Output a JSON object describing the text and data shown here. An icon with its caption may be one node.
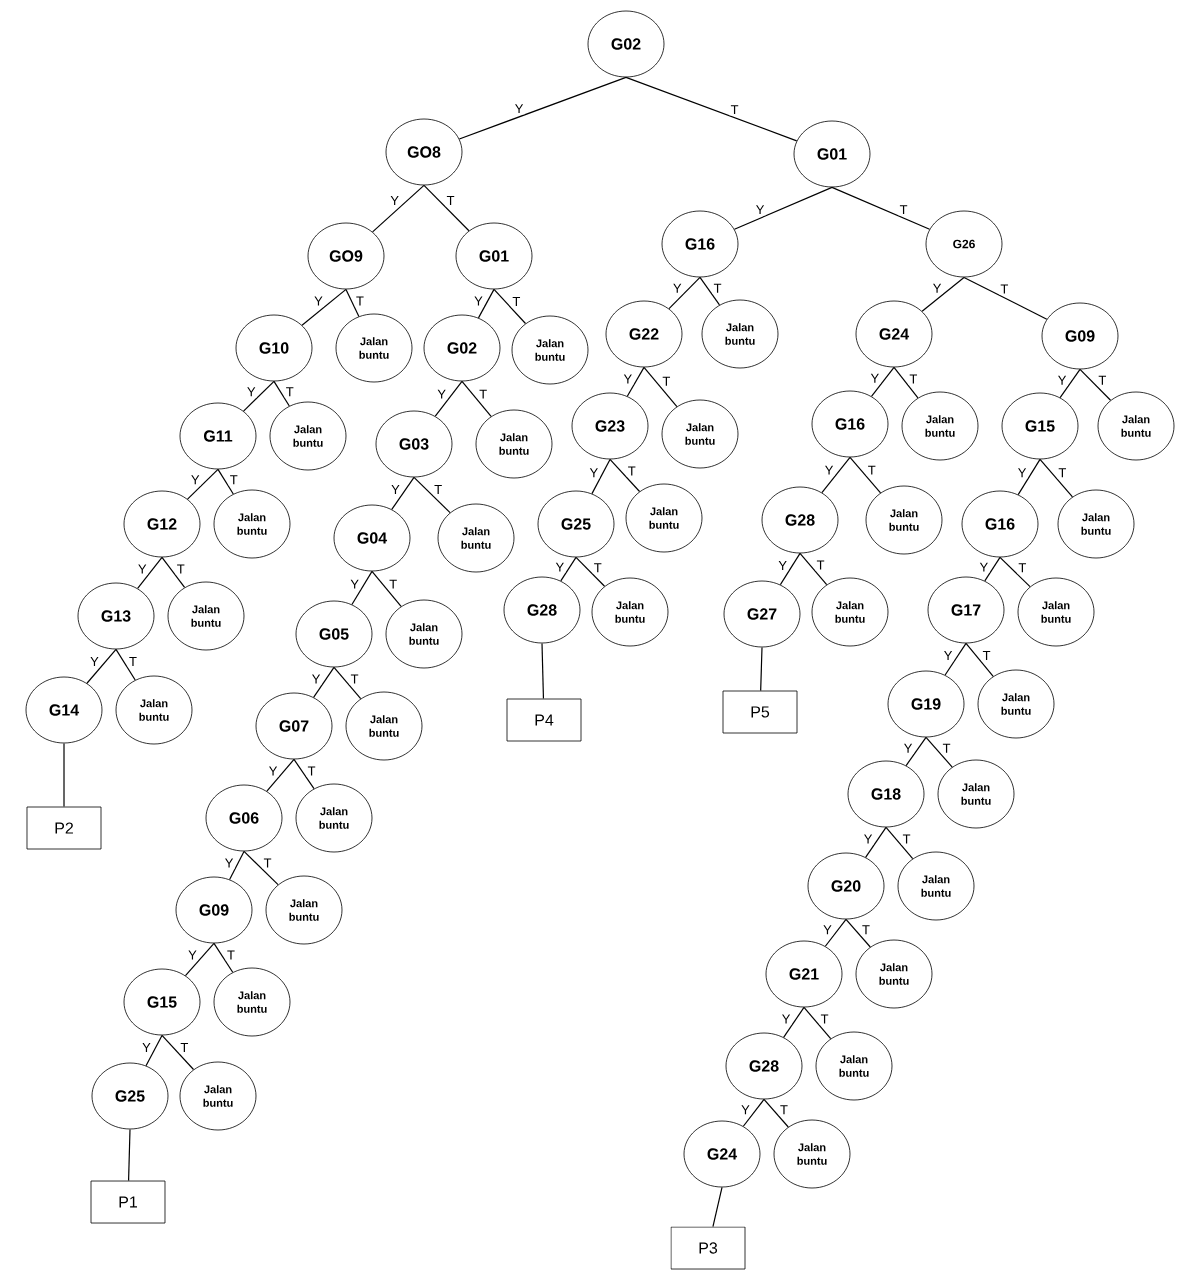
{
  "diagram": {
    "nodes": [
      {
        "text": [
          "G02"
        ]
      },
      {
        "text": [
          "GO8"
        ]
      },
      {
        "text": [
          "G01"
        ]
      },
      {
        "text": [
          "GO9"
        ]
      },
      {
        "text": [
          "G01"
        ]
      },
      {
        "text": [
          "G10"
        ]
      },
      {
        "text": [
          "Jalan buntu"
        ]
      },
      {
        "text": [
          "G02"
        ]
      },
      {
        "text": [
          "Jalan buntu"
        ]
      },
      {
        "text": [
          "G11"
        ]
      },
      {
        "text": [
          "Jalan buntu"
        ]
      },
      {
        "text": [
          "G03"
        ]
      },
      {
        "text": [
          "Jalan buntu"
        ]
      },
      {
        "text": [
          "G12"
        ]
      },
      {
        "text": [
          "Jalan buntu"
        ]
      },
      {
        "text": [
          "G04"
        ]
      },
      {
        "text": [
          "Jalan buntu"
        ]
      },
      {
        "text": [
          "G13"
        ]
      },
      {
        "text": [
          "Jalan buntu"
        ]
      },
      {
        "text": [
          "G05"
        ]
      },
      {
        "text": [
          "Jalan buntu"
        ]
      },
      {
        "text": [
          "G14"
        ]
      },
      {
        "text": [
          "Jalan buntu"
        ]
      },
      {
        "text": [
          "G07"
        ]
      },
      {
        "text": [
          "Jalan buntu"
        ]
      },
      {
        "text": [
          "P2"
        ]
      },
      {
        "text": [
          "G06"
        ]
      },
      {
        "text": [
          "Jalan buntu"
        ]
      },
      {
        "text": [
          "G09"
        ]
      },
      {
        "text": [
          "Jalan buntu"
        ]
      },
      {
        "text": [
          "G15"
        ]
      },
      {
        "text": [
          "Jalan buntu"
        ]
      },
      {
        "text": [
          "G25"
        ]
      },
      {
        "text": [
          "Jalan buntu"
        ]
      },
      {
        "text": [
          "P1"
        ]
      },
      {
        "text": [
          "G16"
        ]
      },
      {
        "text": [
          "G26"
        ]
      },
      {
        "text": [
          "G22"
        ]
      },
      {
        "text": [
          "Jalan buntu"
        ]
      },
      {
        "text": [
          "G24"
        ]
      },
      {
        "text": [
          "G09"
        ]
      },
      {
        "text": [
          "G23"
        ]
      },
      {
        "text": [
          "Jalan buntu"
        ]
      },
      {
        "text": [
          "G16"
        ]
      },
      {
        "text": [
          "Jalan buntu"
        ]
      },
      {
        "text": [
          "G15"
        ]
      },
      {
        "text": [
          "Jalan buntu"
        ]
      },
      {
        "text": [
          "G25"
        ]
      },
      {
        "text": [
          "Jalan buntu"
        ]
      },
      {
        "text": [
          "G28"
        ]
      },
      {
        "text": [
          "Jalan buntu"
        ]
      },
      {
        "text": [
          "G16"
        ]
      },
      {
        "text": [
          "Jalan buntu"
        ]
      },
      {
        "text": [
          "G28"
        ]
      },
      {
        "text": [
          "Jalan buntu"
        ]
      },
      {
        "text": [
          "G27"
        ]
      },
      {
        "text": [
          "Jalan buntu"
        ]
      },
      {
        "text": [
          "G17"
        ]
      },
      {
        "text": [
          "Jalan buntu"
        ]
      },
      {
        "text": [
          "P4"
        ]
      },
      {
        "text": [
          "P5"
        ]
      },
      {
        "text": [
          "G19"
        ]
      },
      {
        "text": [
          "Jalan buntu"
        ]
      },
      {
        "text": [
          "G18"
        ]
      },
      {
        "text": [
          "Jalan buntu"
        ]
      },
      {
        "text": [
          "G20"
        ]
      },
      {
        "text": [
          "Jalan buntu"
        ]
      },
      {
        "text": [
          "G21"
        ]
      },
      {
        "text": [
          "Jalan buntu"
        ]
      },
      {
        "text": [
          "G28"
        ]
      },
      {
        "text": [
          "Jalan buntu"
        ]
      },
      {
        "text": [
          "G24"
        ]
      },
      {
        "text": [
          "Jalan buntu"
        ]
      },
      {
        "text": [
          "P3"
        ]
      }
    ],
    "edges": [
      {
        "from": 0,
        "to": 1,
        "arrow": "none",
        "label": "Y"
      },
      {
        "from": 0,
        "to": 2,
        "arrow": "none",
        "label": "T"
      },
      {
        "from": 1,
        "to": 3,
        "arrow": "none",
        "label": "Y"
      },
      {
        "from": 1,
        "to": 4,
        "arrow": "none",
        "label": "T"
      },
      {
        "from": 3,
        "to": 5,
        "arrow": "none",
        "label": "Y"
      },
      {
        "from": 3,
        "to": 6,
        "arrow": "none",
        "label": "T"
      },
      {
        "from": 4,
        "to": 7,
        "arrow": "none",
        "label": "Y"
      },
      {
        "from": 4,
        "to": 8,
        "arrow": "none",
        "label": "T"
      },
      {
        "from": 5,
        "to": 9,
        "arrow": "none",
        "label": "Y"
      },
      {
        "from": 5,
        "to": 10,
        "arrow": "none",
        "label": "T"
      },
      {
        "from": 7,
        "to": 11,
        "arrow": "none",
        "label": "Y"
      },
      {
        "from": 7,
        "to": 12,
        "arrow": "none",
        "label": "T"
      },
      {
        "from": 9,
        "to": 13,
        "arrow": "none",
        "label": "Y"
      },
      {
        "from": 9,
        "to": 14,
        "arrow": "none",
        "label": "T"
      },
      {
        "from": 11,
        "to": 15,
        "arrow": "none",
        "label": "Y"
      },
      {
        "from": 11,
        "to": 16,
        "arrow": "none",
        "label": "T"
      },
      {
        "from": 13,
        "to": 17,
        "arrow": "none",
        "label": "Y"
      },
      {
        "from": 13,
        "to": 18,
        "arrow": "none",
        "label": "T"
      },
      {
        "from": 15,
        "to": 19,
        "arrow": "none",
        "label": "Y"
      },
      {
        "from": 15,
        "to": 20,
        "arrow": "none",
        "label": "T"
      },
      {
        "from": 17,
        "to": 21,
        "arrow": "none",
        "label": "Y"
      },
      {
        "from": 17,
        "to": 22,
        "arrow": "none",
        "label": "T"
      },
      {
        "from": 19,
        "to": 23,
        "arrow": "none",
        "label": "Y"
      },
      {
        "from": 19,
        "to": 24,
        "arrow": "none",
        "label": "T"
      },
      {
        "from": 21,
        "to": 25,
        "arrow": "none"
      },
      {
        "from": 23,
        "to": 26,
        "arrow": "none",
        "label": "Y"
      },
      {
        "from": 23,
        "to": 27,
        "arrow": "none",
        "label": "T"
      },
      {
        "from": 26,
        "to": 28,
        "arrow": "none",
        "label": "Y"
      },
      {
        "from": 26,
        "to": 29,
        "arrow": "none",
        "label": "T"
      },
      {
        "from": 28,
        "to": 30,
        "arrow": "none",
        "label": "Y"
      },
      {
        "from": 28,
        "to": 31,
        "arrow": "none",
        "label": "T"
      },
      {
        "from": 30,
        "to": 32,
        "arrow": "none",
        "label": "Y"
      },
      {
        "from": 30,
        "to": 33,
        "arrow": "none",
        "label": "T"
      },
      {
        "from": 32,
        "to": 34,
        "arrow": "none"
      },
      {
        "from": 2,
        "to": 35,
        "arrow": "none",
        "label": "Y"
      },
      {
        "from": 2,
        "to": 36,
        "arrow": "none",
        "label": "T"
      },
      {
        "from": 35,
        "to": 37,
        "arrow": "none",
        "label": "Y"
      },
      {
        "from": 35,
        "to": 38,
        "arrow": "none",
        "label": "T"
      },
      {
        "from": 36,
        "to": 39,
        "arrow": "none",
        "label": "Y"
      },
      {
        "from": 36,
        "to": 40,
        "arrow": "none",
        "label": "T"
      },
      {
        "from": 37,
        "to": 41,
        "arrow": "none",
        "label": "Y"
      },
      {
        "from": 37,
        "to": 42,
        "arrow": "none",
        "label": "T"
      },
      {
        "from": 39,
        "to": 43,
        "arrow": "none",
        "label": "Y"
      },
      {
        "from": 39,
        "to": 44,
        "arrow": "none",
        "label": "T"
      },
      {
        "from": 40,
        "to": 45,
        "arrow": "none",
        "label": "Y"
      },
      {
        "from": 40,
        "to": 46,
        "arrow": "none",
        "label": "T"
      },
      {
        "from": 41,
        "to": 47,
        "arrow": "none",
        "label": "Y"
      },
      {
        "from": 41,
        "to": 48,
        "arrow": "none",
        "label": "T"
      },
      {
        "from": 43,
        "to": 49,
        "arrow": "none",
        "label": "Y"
      },
      {
        "from": 43,
        "to": 50,
        "arrow": "none",
        "label": "T"
      },
      {
        "from": 45,
        "to": 51,
        "arrow": "none",
        "label": "Y"
      },
      {
        "from": 45,
        "to": 52,
        "arrow": "none",
        "label": "T"
      },
      {
        "from": 47,
        "to": 53,
        "arrow": "none",
        "label": "Y"
      },
      {
        "from": 47,
        "to": 54,
        "arrow": "none",
        "label": "T"
      },
      {
        "from": 49,
        "to": 55,
        "arrow": "none",
        "label": "Y"
      },
      {
        "from": 49,
        "to": 56,
        "arrow": "none",
        "label": "T"
      },
      {
        "from": 51,
        "to": 57,
        "arrow": "none",
        "label": "Y"
      },
      {
        "from": 51,
        "to": 58,
        "arrow": "none",
        "label": "T"
      },
      {
        "from": 53,
        "to": 59,
        "arrow": "none"
      },
      {
        "from": 55,
        "to": 60,
        "arrow": "none"
      },
      {
        "from": 57,
        "to": 61,
        "arrow": "none",
        "label": "Y"
      },
      {
        "from": 57,
        "to": 62,
        "arrow": "none",
        "label": "T"
      },
      {
        "from": 61,
        "to": 63,
        "arrow": "none",
        "label": "Y"
      },
      {
        "from": 61,
        "to": 64,
        "arrow": "none",
        "label": "T"
      },
      {
        "from": 63,
        "to": 65,
        "arrow": "none",
        "label": "Y"
      },
      {
        "from": 63,
        "to": 66,
        "arrow": "none",
        "label": "T"
      },
      {
        "from": 65,
        "to": 67,
        "arrow": "none",
        "label": "Y"
      },
      {
        "from": 65,
        "to": 68,
        "arrow": "none",
        "label": "T"
      },
      {
        "from": 67,
        "to": 69,
        "arrow": "none",
        "label": "Y"
      },
      {
        "from": 67,
        "to": 70,
        "arrow": "none",
        "label": "T"
      },
      {
        "from": 69,
        "to": 71,
        "arrow": "none",
        "label": "Y"
      },
      {
        "from": 69,
        "to": 72,
        "arrow": "none",
        "label": "T"
      },
      {
        "from": 71,
        "to": 73,
        "arrow": "none"
      }
    ]
  }
}
